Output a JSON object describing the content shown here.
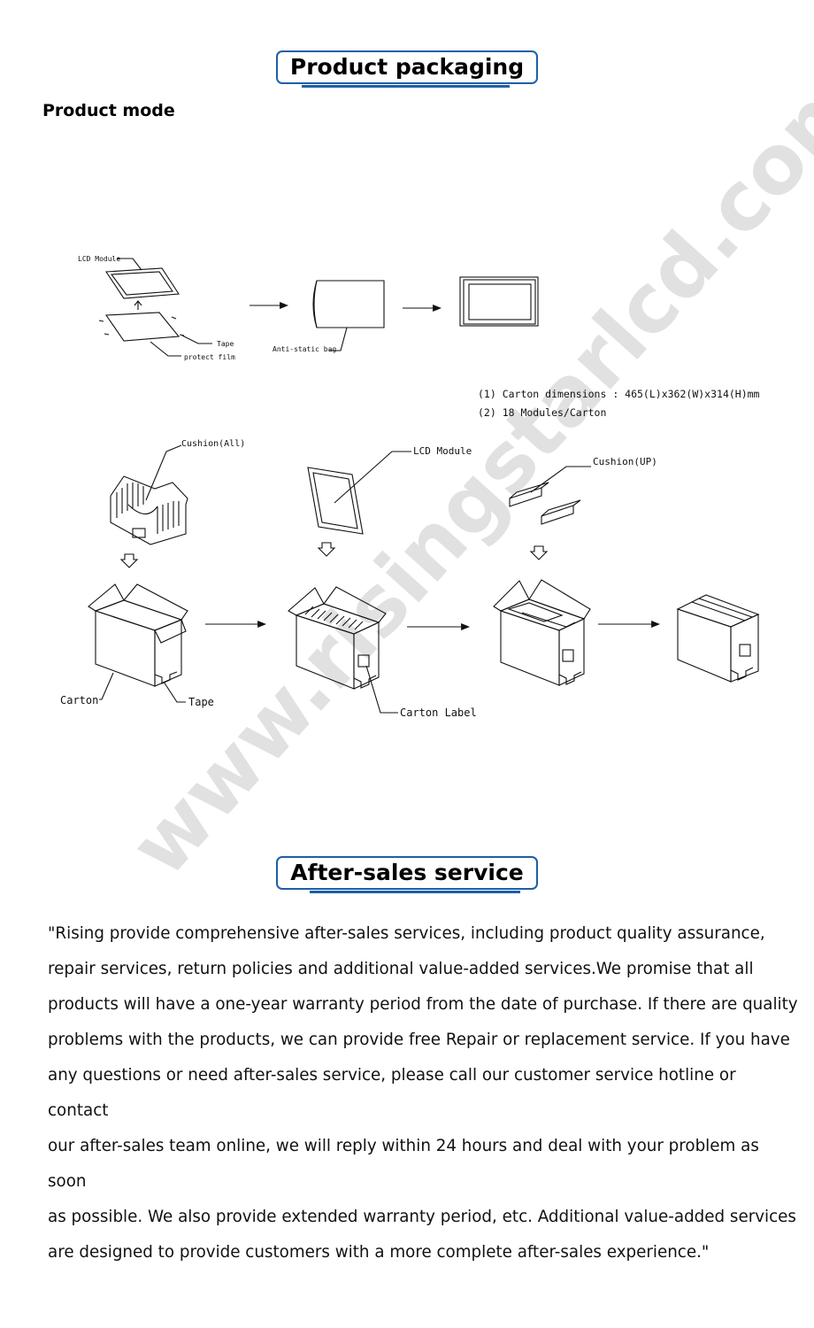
{
  "sections": {
    "packaging_title": "Product packaging",
    "mode_title": "Product mode",
    "aftersales_title": "After-sales service"
  },
  "diagram": {
    "lcd_module_small": "LCD Module",
    "tape_small": "Tape",
    "protect_film": "protect film",
    "antistatic_bag": "Anti-static bag",
    "carton_dimensions": "(1) Carton dimensions : 465(L)x362(W)x314(H)mm",
    "modules_per_carton": "(2) 18 Modules/Carton",
    "cushion_all": "Cushion(All)",
    "lcd_module": "LCD Module",
    "cushion_up": "Cushion(UP)",
    "carton": "Carton",
    "tape": "Tape",
    "carton_label": "Carton Label"
  },
  "aftersales_text": "\"Rising provide comprehensive after-sales services, including product quality assurance,\nrepair services, return policies and additional value-added services.We promise that all\nproducts will have a one-year warranty period from the date of purchase. If there are quality\nproblems with the products, we can provide free Repair or replacement service. If you have\nany questions or need after-sales service, please call our customer service hotline or contact\nour after-sales team online, we will reply within 24 hours and deal with your problem as soon\n as possible. We also provide extended warranty period, etc. Additional value-added services\n are designed to provide customers with a more complete after-sales experience.\"",
  "watermark": "www.risingstarlcd.com",
  "colors": {
    "accent": "#1e5fa8",
    "watermark": "#d6d6d6"
  }
}
